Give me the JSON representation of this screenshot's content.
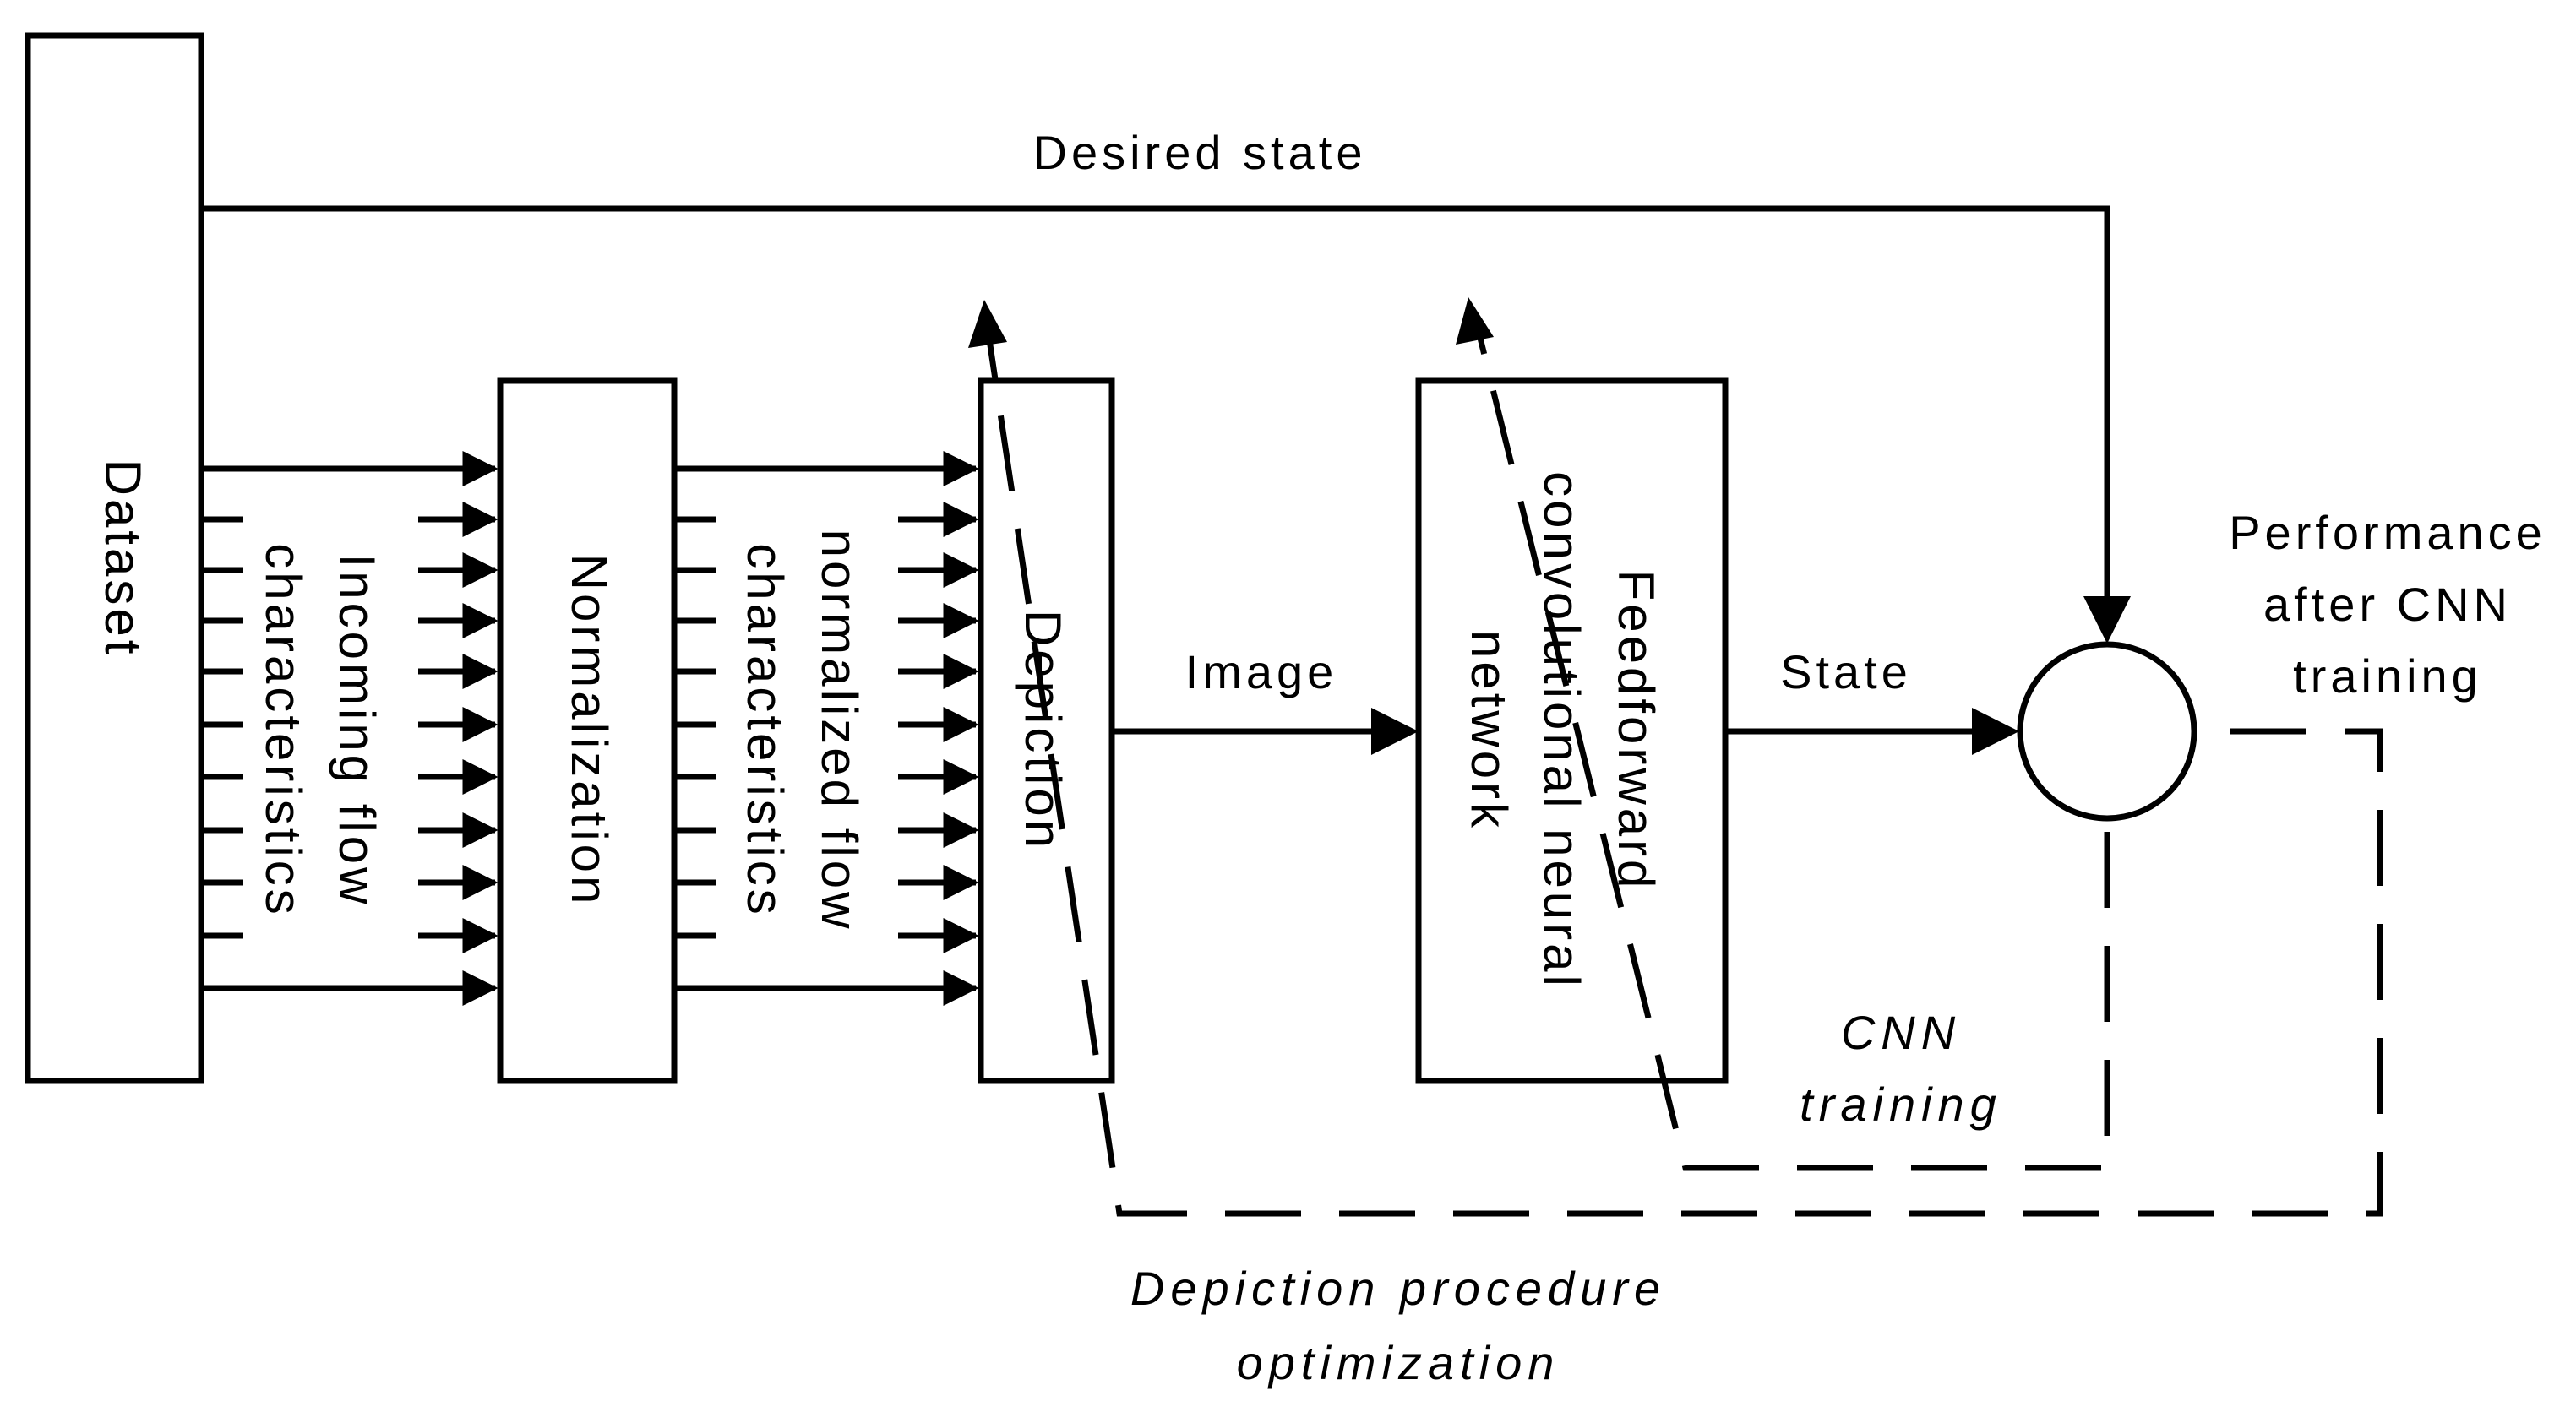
{
  "blocks": {
    "dataset": "Dataset",
    "normalization": "Normalization",
    "depiction": "Depiction",
    "cnn": [
      "Feedforward",
      "convolutional neural",
      "network"
    ]
  },
  "signals": {
    "incoming": [
      "Incoming flow",
      "characteristics"
    ],
    "normalized": [
      "normalized flow",
      "characteristics"
    ],
    "image": "Image",
    "state": "State",
    "desired_state": "Desired state"
  },
  "feedback": {
    "performance": [
      "Performance",
      "after CNN",
      "training"
    ],
    "cnn_training": [
      "CNN",
      "training"
    ],
    "depiction_optimization": [
      "Depiction procedure",
      "optimization"
    ]
  }
}
